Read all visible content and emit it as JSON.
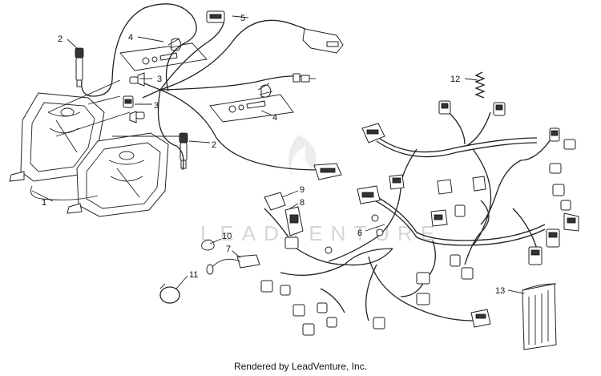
{
  "diagram": {
    "watermark": "LEADVENTURE",
    "credit": "Rendered by LeadVenture, Inc.",
    "callouts": [
      {
        "id": "c1",
        "label": "1"
      },
      {
        "id": "c2a",
        "label": "2"
      },
      {
        "id": "c2b",
        "label": "2"
      },
      {
        "id": "c3a",
        "label": "3"
      },
      {
        "id": "c3b",
        "label": "3"
      },
      {
        "id": "c4a",
        "label": "4"
      },
      {
        "id": "c4b",
        "label": "4"
      },
      {
        "id": "c5",
        "label": "5"
      },
      {
        "id": "c6",
        "label": "6"
      },
      {
        "id": "c7",
        "label": "7"
      },
      {
        "id": "c8",
        "label": "8"
      },
      {
        "id": "c9",
        "label": "9"
      },
      {
        "id": "c10",
        "label": "10"
      },
      {
        "id": "c11",
        "label": "11"
      },
      {
        "id": "c12",
        "label": "12"
      },
      {
        "id": "c13",
        "label": "13"
      }
    ]
  }
}
